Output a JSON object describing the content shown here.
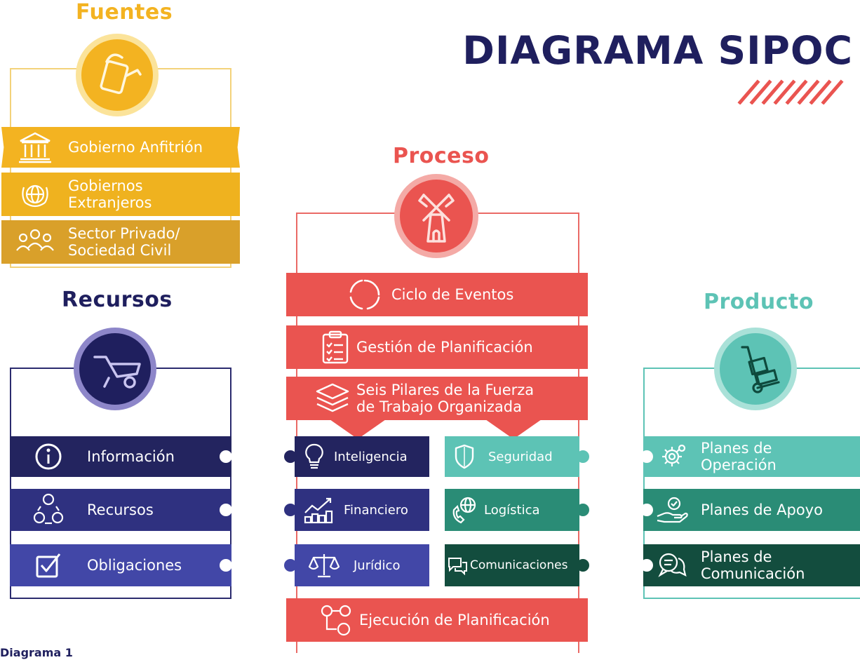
{
  "title": "DIAGRAMA SIPOC",
  "footer": "Diagrama 1",
  "colors": {
    "navy": "#1f1f5e",
    "gold": "#f3b321",
    "red": "#ea5450",
    "teal": "#5dc3b5",
    "darkgreen": "#134d3e"
  },
  "fuentes": {
    "heading": "Fuentes",
    "icon": "watering-can-icon",
    "items": [
      {
        "label": "Gobierno Anfitrión",
        "icon": "bank-building-icon"
      },
      {
        "label": "Gobiernos\nExtranjeros",
        "icon": "un-globe-icon"
      },
      {
        "label": "Sector Privado/\nSociedad Civil",
        "icon": "people-group-icon"
      }
    ]
  },
  "recursos": {
    "heading": "Recursos",
    "icon": "wheelbarrow-icon",
    "items": [
      {
        "label": "Información",
        "icon": "info-icon"
      },
      {
        "label": "Recursos",
        "icon": "resources-cycle-icon"
      },
      {
        "label": "Obligaciones",
        "icon": "checkbox-icon"
      }
    ]
  },
  "proceso": {
    "heading": "Proceso",
    "icon": "windmill-icon",
    "steps": [
      {
        "label": "Ciclo de Eventos",
        "icon": "cycle-arrows-icon"
      },
      {
        "label": "Gestión de Planificación",
        "icon": "clipboard-icon"
      },
      {
        "label": "Seis Pilares de la Fuerza\nde Trabajo Organizada",
        "icon": "layers-icon"
      }
    ],
    "pillars": [
      {
        "label": "Inteligencia",
        "icon": "lightbulb-icon"
      },
      {
        "label": "Seguridad",
        "icon": "shield-icon"
      },
      {
        "label": "Financiero",
        "icon": "growth-chart-icon"
      },
      {
        "label": "Logística",
        "icon": "phone-globe-icon"
      },
      {
        "label": "Jurídico",
        "icon": "scales-icon"
      },
      {
        "label": "Comunicaciones",
        "icon": "chat-bubbles-icon"
      }
    ],
    "final": {
      "label": "Ejecución de Planificación",
      "icon": "gears-flow-icon"
    }
  },
  "producto": {
    "heading": "Producto",
    "icon": "hand-truck-icon",
    "items": [
      {
        "label": "Planes de\nOperación",
        "icon": "gears-icon"
      },
      {
        "label": "Planes de Apoyo",
        "icon": "hand-badge-icon"
      },
      {
        "label": "Planes de\nComunicación",
        "icon": "speech-bubbles-icon"
      }
    ]
  }
}
